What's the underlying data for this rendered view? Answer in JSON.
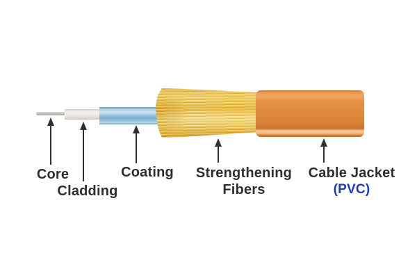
{
  "diagram": {
    "subject": "fiber optic cable structure",
    "background_color": "#ffffff",
    "labels": {
      "core": "Core",
      "cladding": "Cladding",
      "coating": "Coating",
      "strengthening_line1": "Strengthening",
      "strengthening_line2": "Fibers",
      "cable_jacket": "Cable Jacket",
      "cable_jacket_sub": "(PVC)"
    },
    "colors": {
      "core": "#c9c6c0",
      "cladding": "#eeece5",
      "coating": "#8fbcdc",
      "strengthening_fibers": "#e9ba3f",
      "cable_jacket": "#df8a3c",
      "pvc_text": "#1d3ac0",
      "label_text": "#2e2e2e",
      "arrow": "#303030"
    }
  }
}
